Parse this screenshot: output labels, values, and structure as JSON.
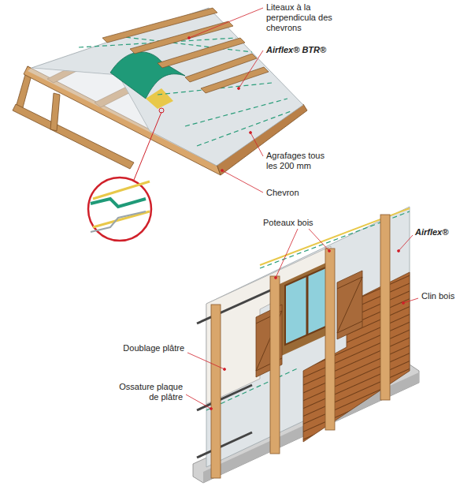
{
  "diagram": {
    "labels": [
      "Liteaux à la perpendicula des chevrons",
      "Airflex® BTR®",
      "Agrafages tous les 200 mm",
      "Chevron",
      "Poteaux bois",
      "Airflex®",
      "Clin bois",
      "Doublage plâtre",
      "Ossature plaque de plâtre"
    ]
  }
}
